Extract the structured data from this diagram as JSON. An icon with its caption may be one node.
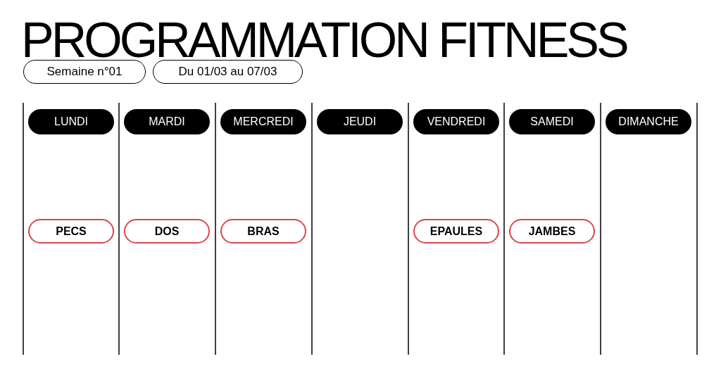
{
  "diagram": {
    "title": "PROGRAMMATION FITNESS",
    "nodes": [
      {
        "text": [
          "Semaine n°01"
        ]
      },
      {
        "text": [
          "Du 01/03 au 07/03"
        ]
      },
      {
        "text": [
          "LUNDI"
        ]
      },
      {
        "text": [
          "MARDI"
        ]
      },
      {
        "text": [
          "MERCREDI"
        ]
      },
      {
        "text": [
          "JEUDI"
        ]
      },
      {
        "text": [
          "VENDREDI"
        ]
      },
      {
        "text": [
          "SAMEDI"
        ]
      },
      {
        "text": [
          "DIMANCHE"
        ]
      },
      {
        "text": [
          "PECS"
        ]
      },
      {
        "text": [
          "DOS"
        ]
      },
      {
        "text": [
          "BRAS"
        ]
      },
      {
        "text": [
          "EPAULES"
        ]
      },
      {
        "text": [
          "JAMBES"
        ]
      }
    ],
    "edges": []
  }
}
